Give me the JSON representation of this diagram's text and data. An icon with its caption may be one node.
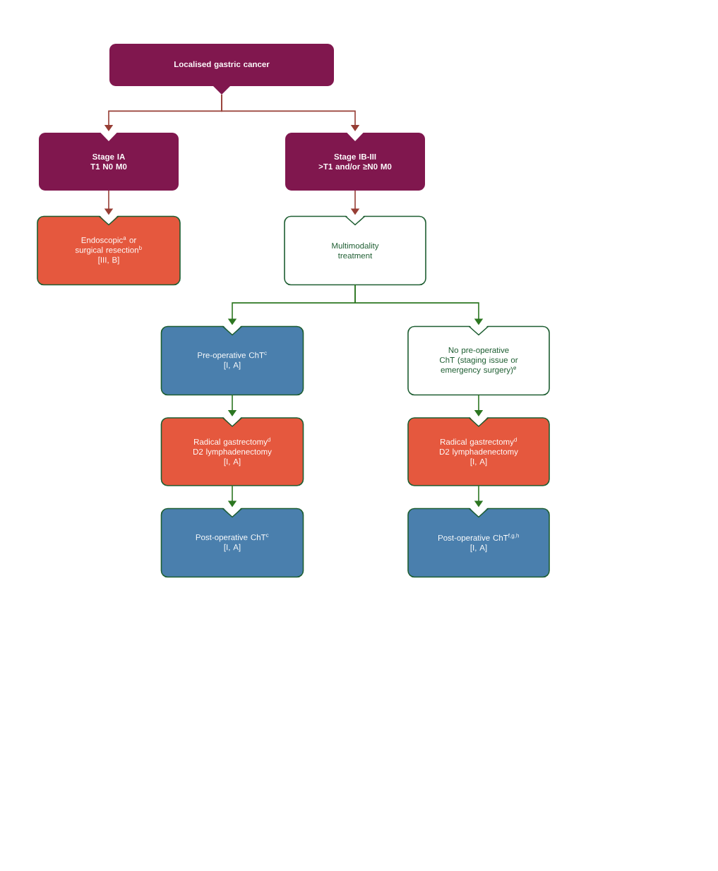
{
  "diagram": {
    "nodes": [
      {
        "text": [
          "Localised gastric cancer"
        ]
      },
      {
        "text": [
          "Stage IA",
          "T1 N0 M0"
        ]
      },
      {
        "text": [
          "Stage IB-III",
          ">T1 and/or ≥N0 M0"
        ]
      },
      {
        "text": [
          "Endoscopic$^{a}$ or surgical resection$^{b}$",
          "[III, B]"
        ]
      },
      {
        "text": [
          "Multimodality treatment"
        ]
      },
      {
        "text": [
          "Pre-operative ChT$^{c}$",
          "[I, A]"
        ]
      },
      {
        "text": [
          "No pre-operative ChT (staging issue or emergency surgery)$^{e}$"
        ]
      },
      {
        "text": [
          "Radical gastrectomy$^{d}$ D2 lymphadenectomy",
          "[I, A]"
        ]
      },
      {
        "text": [
          "Radical gastrectomy$^{d}$ D2 lymphadenectomy",
          "[I, A]"
        ]
      },
      {
        "text": [
          "Post-operative ChT$^{c}$",
          "[I, A]"
        ]
      },
      {
        "text": [
          "Post-operative ChT$^{f,g,h}$",
          "[I, A]"
        ]
      }
    ],
    "edges": [
      {
        "from": 0,
        "to": 1,
        "arrow": "to",
        "color": "#80174e"
      },
      {
        "from": 0,
        "to": 2,
        "arrow": "to",
        "color": "#80174e"
      },
      {
        "from": 1,
        "to": 3,
        "arrow": "to",
        "color": "#80174e"
      },
      {
        "from": 2,
        "to": 4,
        "arrow": "to",
        "color": "#80174e"
      },
      {
        "from": 4,
        "to": 5,
        "arrow": "to"
      },
      {
        "from": 4,
        "to": 6,
        "arrow": "to"
      },
      {
        "from": 5,
        "to": 7,
        "arrow": "to"
      },
      {
        "from": 7,
        "to": 9,
        "arrow": "to"
      },
      {
        "from": 6,
        "to": 8,
        "arrow": "to"
      },
      {
        "from": 8,
        "to": 10,
        "arrow": "to"
      }
    ]
  }
}
